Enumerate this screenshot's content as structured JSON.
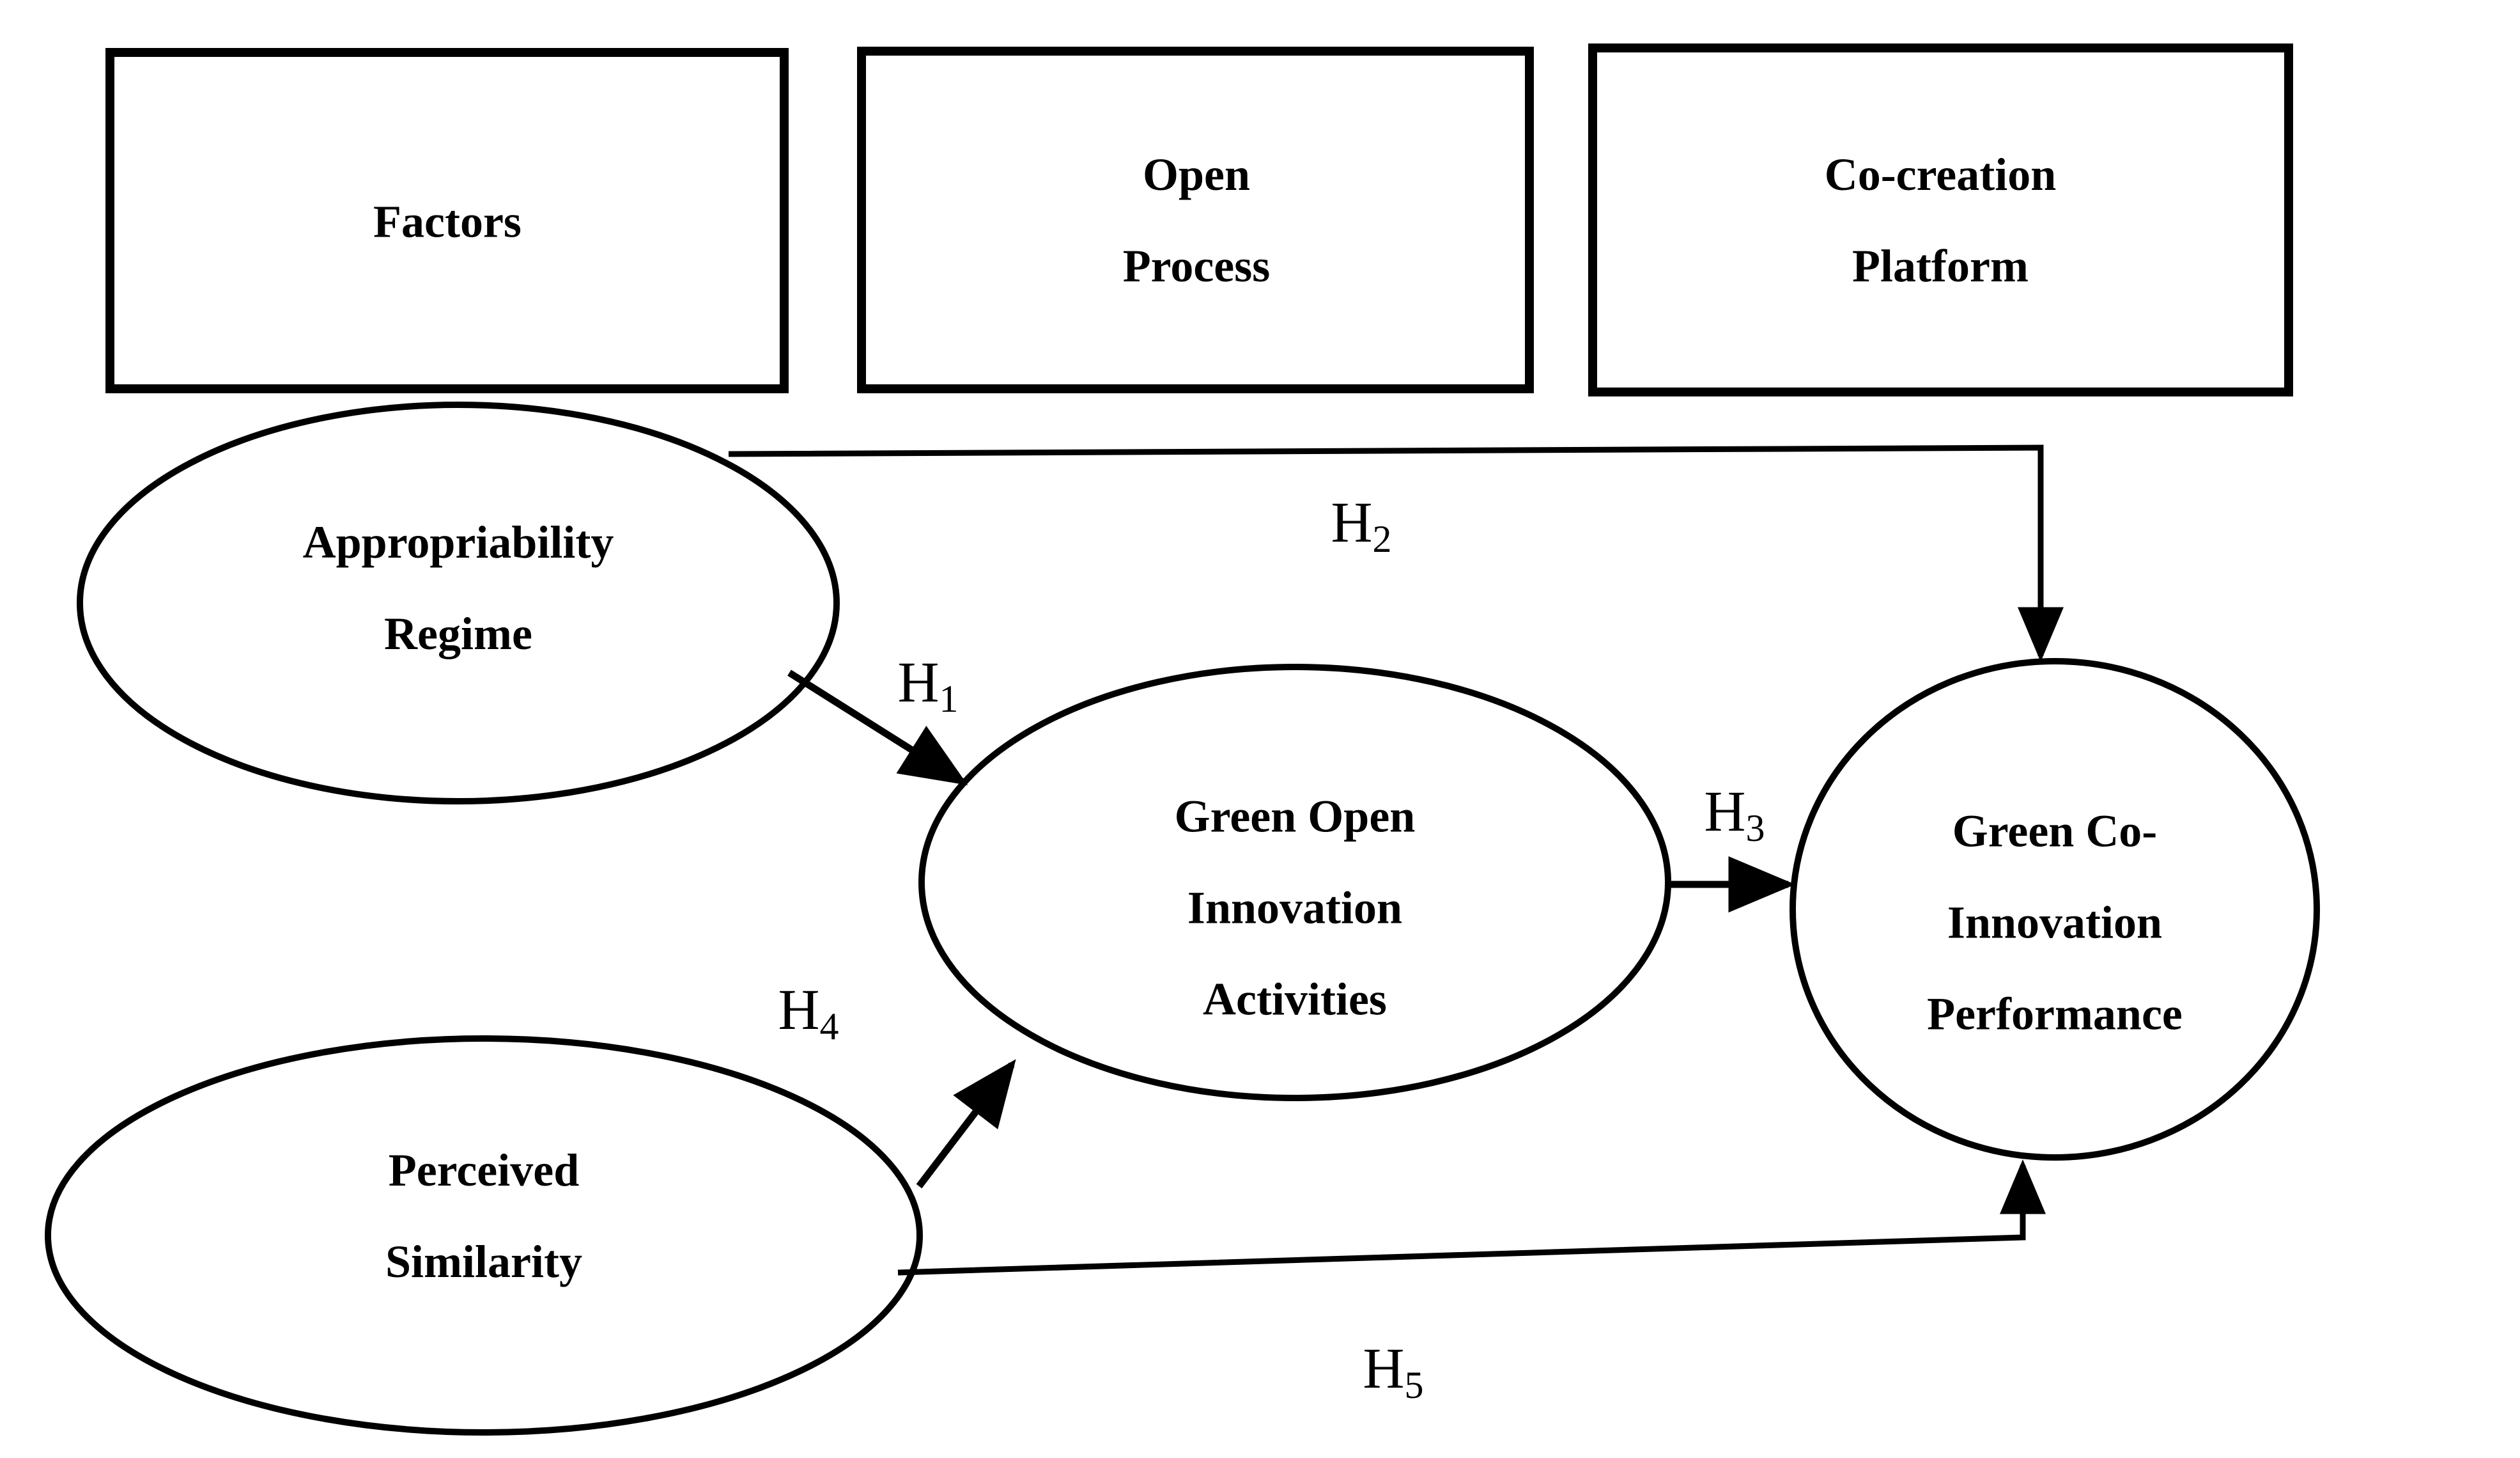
{
  "figure": {
    "colors": {
      "stroke": "#000000",
      "background": "#ffffff"
    },
    "boxes": [
      {
        "id": "factors",
        "lines": [
          "Factors"
        ]
      },
      {
        "id": "open-process",
        "lines": [
          "Open",
          "Process"
        ]
      },
      {
        "id": "co-creation-platform",
        "lines": [
          "Co-creation",
          "Platform"
        ]
      }
    ],
    "constructs": [
      {
        "id": "appropriability-regime",
        "lines": [
          "Appropriability",
          "Regime"
        ]
      },
      {
        "id": "perceived-similarity",
        "lines": [
          "Perceived",
          "Similarity"
        ]
      },
      {
        "id": "green-open-innovation-activities",
        "lines": [
          "Green Open",
          "Innovation",
          "Activities"
        ]
      },
      {
        "id": "green-co-innovation-performance",
        "lines": [
          "Green Co-",
          "Innovation",
          "Performance"
        ]
      }
    ],
    "hypotheses": [
      {
        "id": "h1",
        "label": "H",
        "sub": "1",
        "from": "Appropriability Regime",
        "to": "Green Open Innovation Activities"
      },
      {
        "id": "h2",
        "label": "H",
        "sub": "2",
        "from": "Appropriability Regime",
        "to": "Green Co-Innovation Performance"
      },
      {
        "id": "h3",
        "label": "H",
        "sub": "3",
        "from": "Green Open Innovation Activities",
        "to": "Green Co-Innovation Performance"
      },
      {
        "id": "h4",
        "label": "H",
        "sub": "4",
        "from": "Perceived Similarity",
        "to": "Green Open Innovation Activities"
      },
      {
        "id": "h5",
        "label": "H",
        "sub": "5",
        "from": "Perceived Similarity",
        "to": "Green Co-Innovation Performance"
      }
    ]
  }
}
